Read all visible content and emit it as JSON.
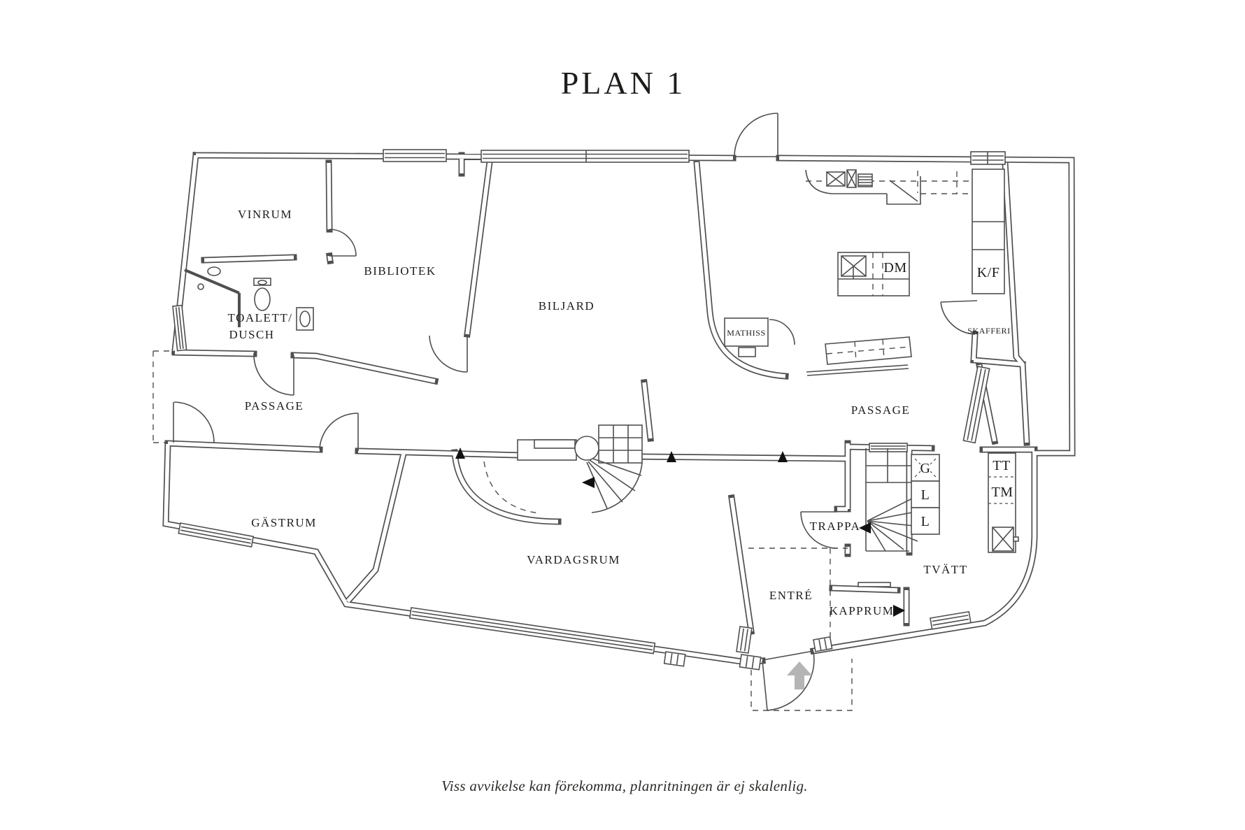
{
  "title": "PLAN 1",
  "disclaimer": "Viss avvikelse kan förekomma, planritningen är ej skalenlig.",
  "rooms": {
    "vinrum": "VINRUM",
    "bibliotek": "BIBLIOTEK",
    "biljard": "BILJARD",
    "toalett_dusch_line1": "TOALETT/",
    "toalett_dusch_line2": "DUSCH",
    "passage_left": "PASSAGE",
    "passage_right": "PASSAGE",
    "gastrum": "GÄSTRUM",
    "vardagsrum": "VARDAGSRUM",
    "entre": "ENTRÉ",
    "kapprum": "KAPPRUM",
    "trappa": "TRAPPA",
    "tvatt": "TVÄTT",
    "mathiss": "MATHISS",
    "skafferi": "SKAFFERI"
  },
  "appliances": {
    "dm": "DM",
    "kf": "K/F",
    "tt": "TT",
    "tm": "TM",
    "garderob": "G",
    "linne1": "L",
    "linne2": "L"
  },
  "colors": {
    "line": "#4f4f4f",
    "text": "#1d1d1b",
    "entry_arrow": "#b5b5b5",
    "background": "#ffffff"
  }
}
